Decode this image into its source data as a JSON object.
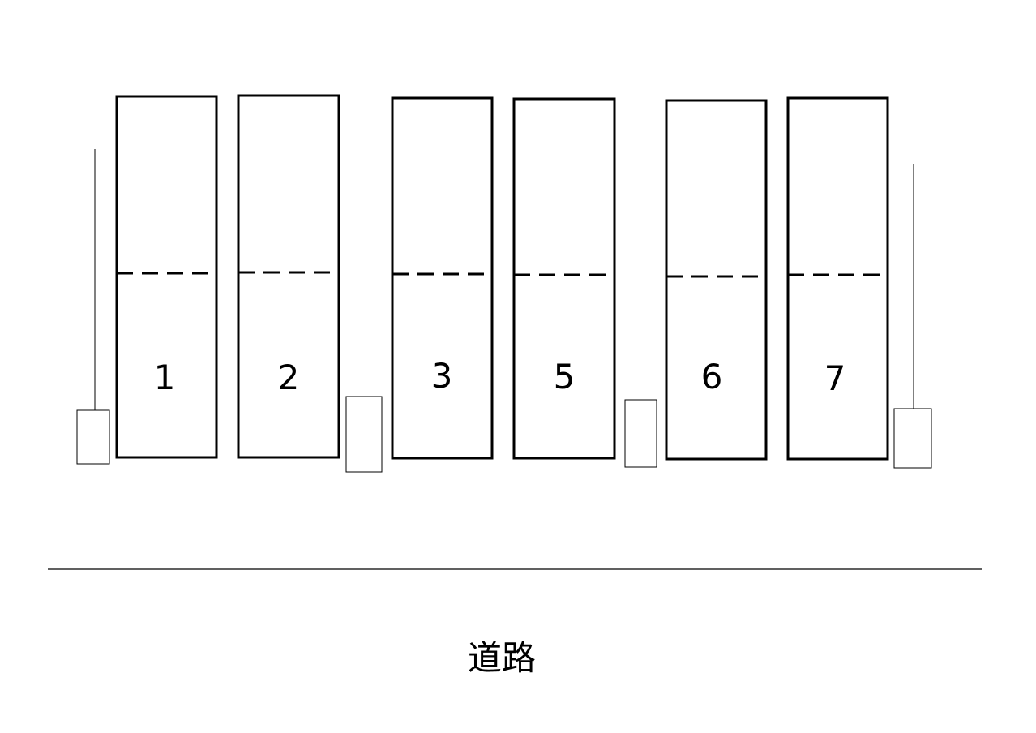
{
  "parking_lot": {
    "spaces": [
      {
        "label": "1"
      },
      {
        "label": "2"
      },
      {
        "label": "3"
      },
      {
        "label": "5"
      },
      {
        "label": "6"
      },
      {
        "label": "7"
      }
    ],
    "road_label": "道路"
  },
  "colors": {
    "stroke": "#000000",
    "background": "#ffffff"
  }
}
